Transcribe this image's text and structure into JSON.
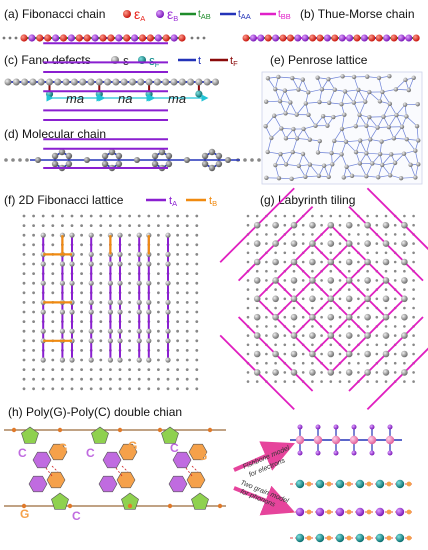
{
  "panels": {
    "a": {
      "title": "(a) Fibonacci chain",
      "eps_sym": "ε",
      "eps_a_sub": "A",
      "eps_b_sub": "B",
      "t_sym": "t",
      "t_ab_sub": "AB",
      "t_aa_sub": "AA",
      "t_bb_sub": "BB"
    },
    "b": {
      "title": "(b) Thue-Morse chain"
    },
    "c": {
      "title": "(c) Fano defects",
      "eps_sym": "ε",
      "eps_f_sub": "F",
      "t_sym": "t",
      "t_f_sub": "F",
      "ma_label": "ma",
      "na_label": "na"
    },
    "d": {
      "title": "(d) Molecular chain"
    },
    "e": {
      "title": "(e) Penrose lattice"
    },
    "f": {
      "title": "(f) 2D Fibonacci lattice",
      "t_sym": "t",
      "t_a_sub": "A",
      "t_b_sub": "B"
    },
    "g": {
      "title": "(g) Labyrinth tiling"
    },
    "h": {
      "title": "(h) Poly(G)-Poly(C) double chian",
      "base_c": "C",
      "base_g": "G",
      "arrow1_line1": "Fishbone model",
      "arrow1_line2": "for electrons",
      "arrow2_line1": "Two grain model",
      "arrow2_line2": "for phonons"
    }
  },
  "colors": {
    "site_a_red": "#e8231c",
    "site_b_purple": "#9b2fd6",
    "bond_ab_green": "#1e8c2a",
    "bond_aa_blue": "#2333b8",
    "bond_bb_magenta": "#e020c8",
    "bond_tf_darkred": "#8b0a0a",
    "lattice_purple": "#8a1fd0",
    "lattice_orange": "#f08a10",
    "labyrinth_magenta": "#e020c0",
    "penrose_blue": "#6b80d6",
    "grey_site": "#8c8c8c",
    "teal_site": "#0f8b8b",
    "cyan_arrow": "#22c4d6",
    "dna_green": "#8fd14f",
    "dna_orange": "#f5a14a",
    "dna_purple": "#c06be0"
  }
}
